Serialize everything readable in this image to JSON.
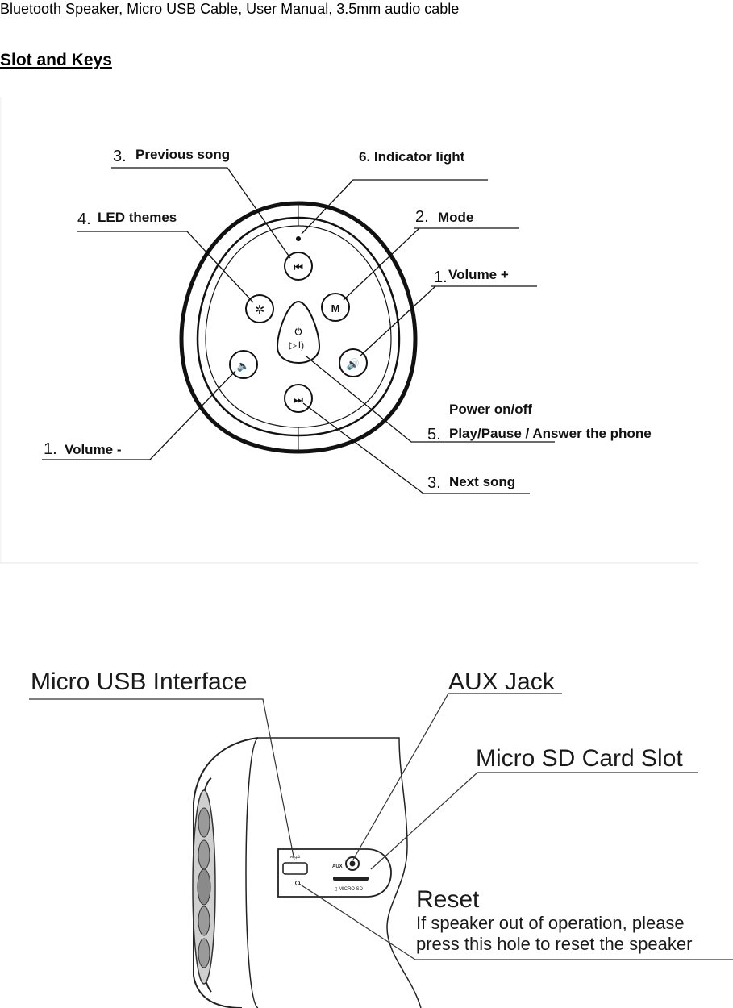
{
  "intro_text": "Bluetooth Speaker, Micro USB Cable, User Manual, 3.5mm audio cable",
  "heading": "Slot and Keys",
  "top_figure": {
    "labels": {
      "previous_num": "3.",
      "previous": "Previous song",
      "indicator": "6. Indicator light",
      "led_num": "4.",
      "led": "LED themes",
      "mode_num": "2.",
      "mode": "Mode",
      "volup_num": "1.",
      "volup": "Volume +",
      "voldown_num": "1.",
      "voldown": "Volume -",
      "power": "Power on/off",
      "play_num": "5.",
      "play": "Play/Pause / Answer the phone",
      "next_num": "3.",
      "next": "Next song"
    }
  },
  "bottom_figure": {
    "labels": {
      "usb": "Micro USB Interface",
      "aux": "AUX Jack",
      "sd": "Micro SD Card Slot",
      "reset": "Reset",
      "reset_line1": "If speaker out of operation, please",
      "reset_line2": "press this hole to reset the speaker"
    }
  }
}
